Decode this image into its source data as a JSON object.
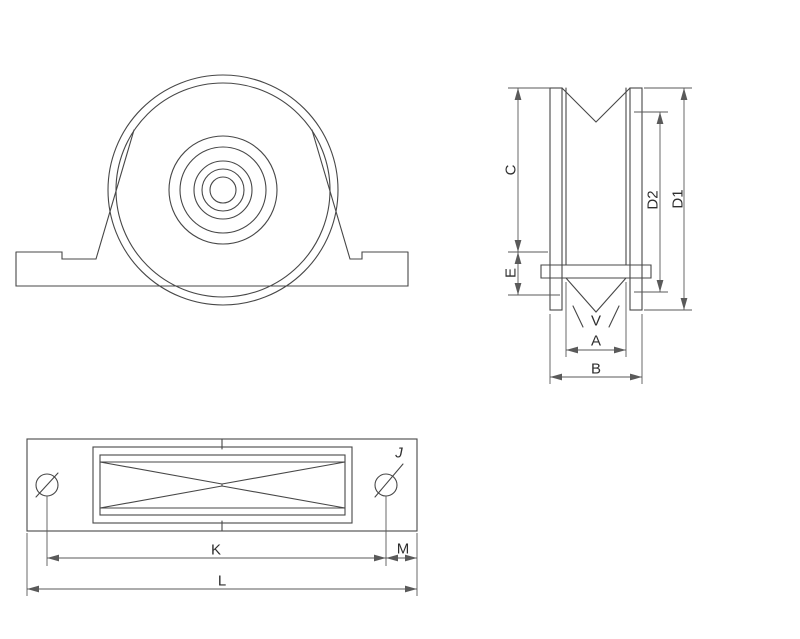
{
  "page": {
    "background": "#ffffff"
  },
  "drawing": {
    "type": "technical-dimension-drawing",
    "subject": "v-groove pulley wheel with mounting bracket",
    "views": [
      "front",
      "side-section",
      "bottom"
    ],
    "line_color": "#474747",
    "dimension_color": "#5a5a5a",
    "label_color": "#2e2e2e"
  },
  "labels": {
    "c": "C",
    "e": "E",
    "d2": "D2",
    "d1": "D1",
    "v": "V",
    "a": "A",
    "b": "B",
    "j": "J",
    "k": "K",
    "m": "M",
    "l": "L"
  }
}
